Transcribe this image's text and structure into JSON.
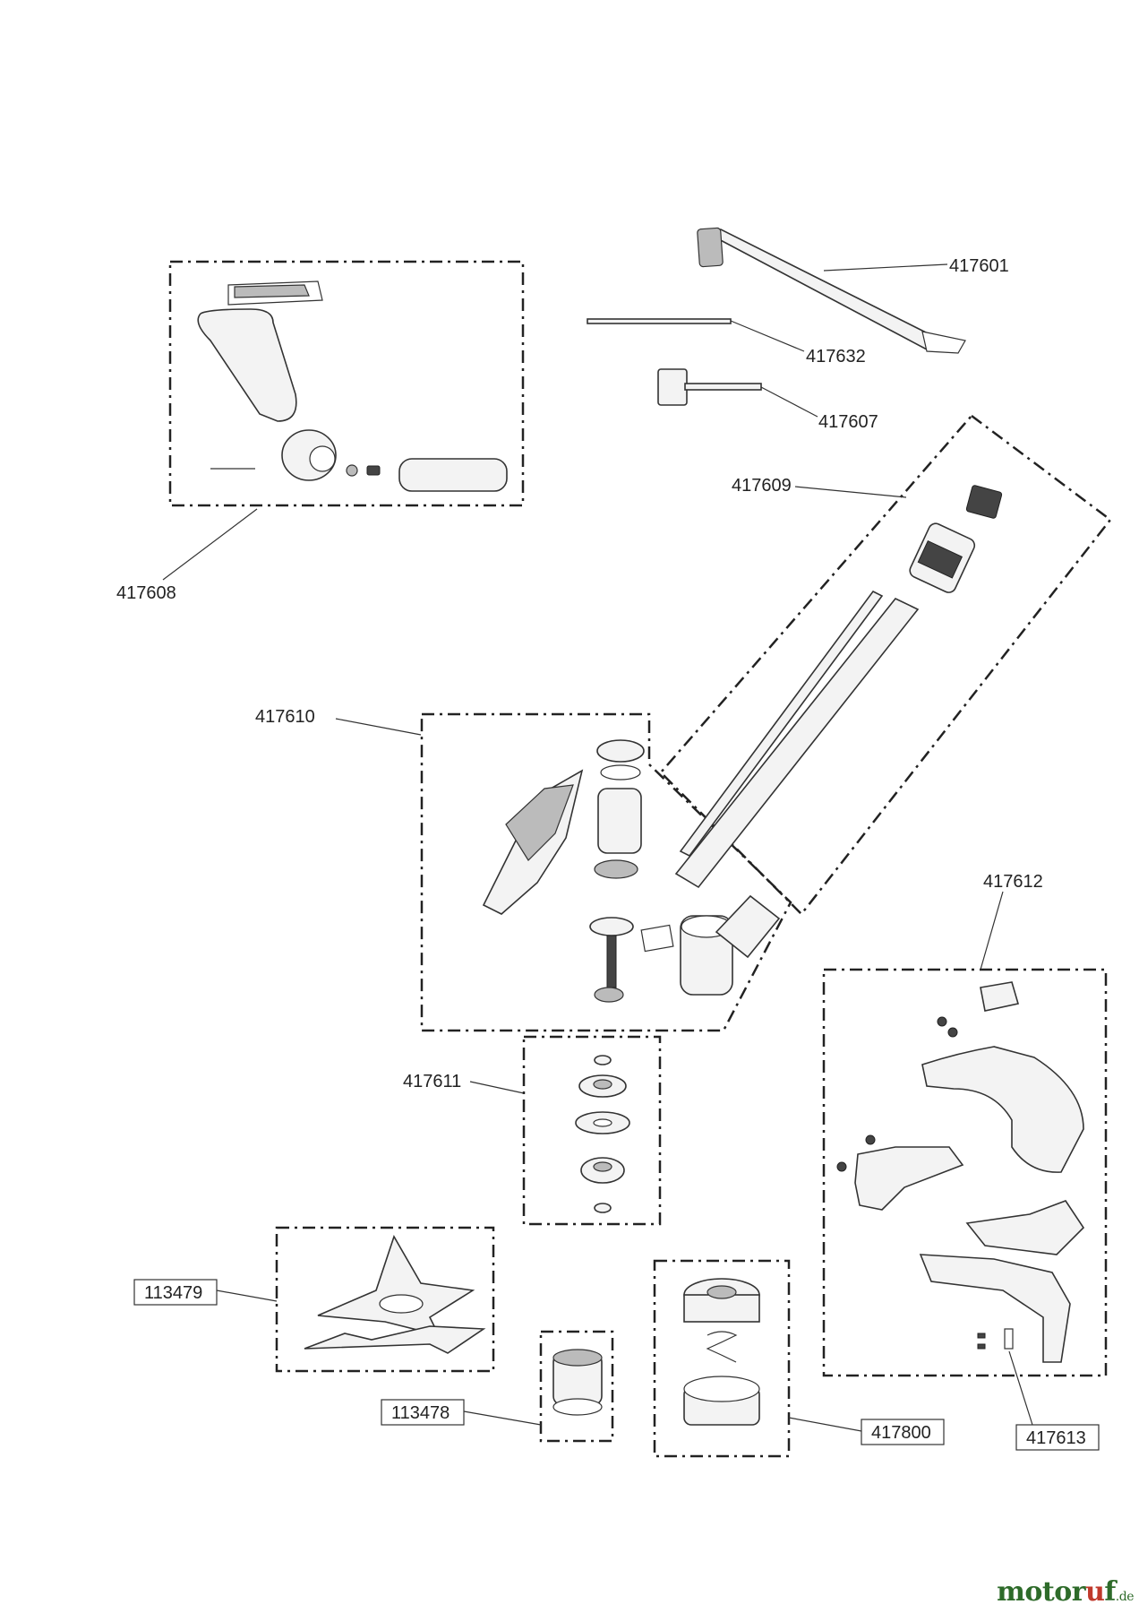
{
  "callouts": [
    {
      "id": "417601",
      "label": "417601"
    },
    {
      "id": "417632",
      "label": "417632"
    },
    {
      "id": "417607",
      "label": "417607"
    },
    {
      "id": "417609",
      "label": "417609"
    },
    {
      "id": "417608",
      "label": "417608"
    },
    {
      "id": "417610",
      "label": "417610"
    },
    {
      "id": "417612",
      "label": "417612"
    },
    {
      "id": "417611",
      "label": "417611"
    },
    {
      "id": "113479",
      "label": "113479"
    },
    {
      "id": "113478",
      "label": "113478"
    },
    {
      "id": "417800",
      "label": "417800"
    },
    {
      "id": "417613",
      "label": "417613"
    }
  ],
  "watermark": {
    "brand_main": "motor",
    "brand_accent": "u",
    "brand_end": "f",
    "suffix": ".de"
  }
}
